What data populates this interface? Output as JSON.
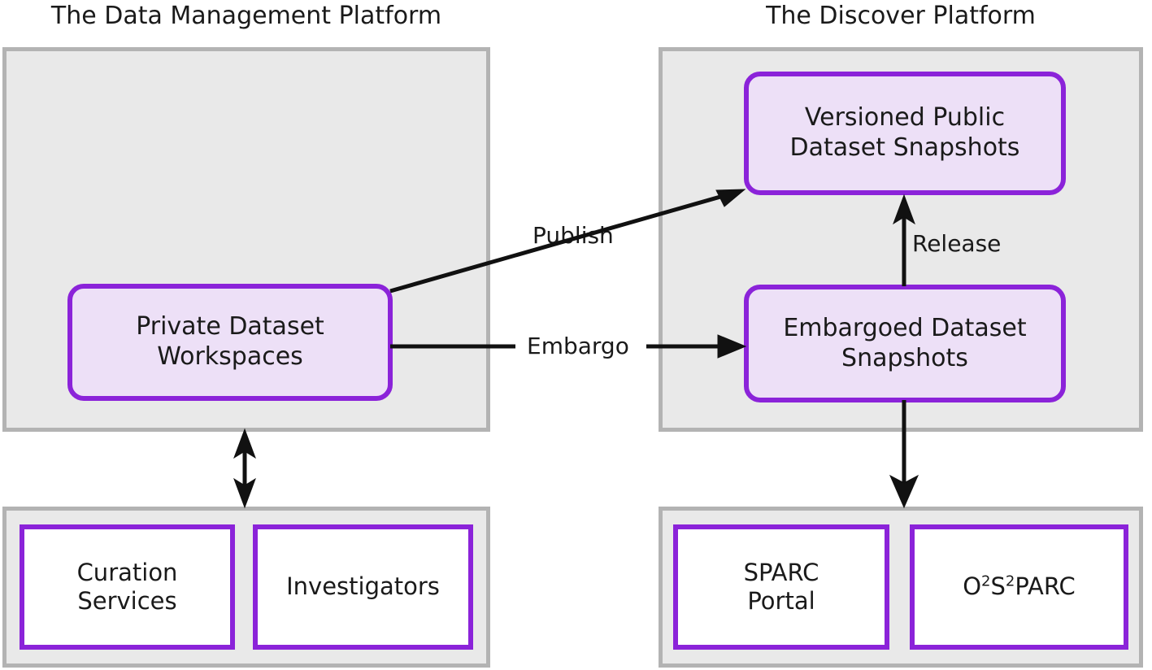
{
  "diagram": {
    "title_left": "The Data Management Platform",
    "title_right": "The Discover Platform",
    "colors": {
      "node_border": "#8B23D9",
      "node_fill": "#EDE0F7",
      "panel_fill": "#E9E9E9",
      "panel_border": "#B3B3B3",
      "consumer_fill": "#FFFFFF",
      "text": "#1A1A1A",
      "connector": "#111111"
    },
    "nodes": {
      "private_workspaces": "Private Dataset Workspaces",
      "private_workspaces_line1": "Private Dataset",
      "private_workspaces_line2": "Workspaces",
      "versioned_snapshots_line1": "Versioned Public",
      "versioned_snapshots_line2": "Dataset Snapshots",
      "embargoed_snapshots_line1": "Embargoed Dataset",
      "embargoed_snapshots_line2": "Snapshots"
    },
    "consumers": {
      "curation_line1": "Curation",
      "curation_line2": "Services",
      "investigators": "Investigators",
      "sparc_portal_line1": "SPARC",
      "sparc_portal_line2": "Portal",
      "o2s2parc_base1": "O",
      "o2s2parc_sup1": "2",
      "o2s2parc_base2": "S",
      "o2s2parc_sup2": "2",
      "o2s2parc_base3": "PARC"
    },
    "edges": {
      "publish": "Publish",
      "embargo": "Embargo",
      "release": "Release"
    }
  }
}
